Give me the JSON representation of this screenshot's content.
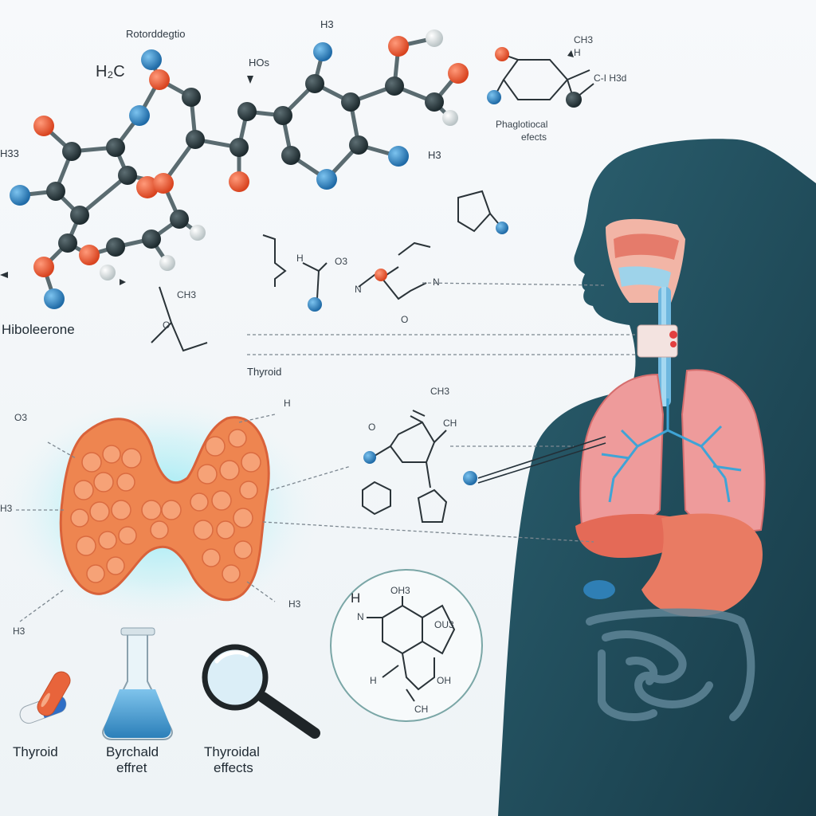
{
  "colors": {
    "background": "#f4f7f9",
    "silhouette": "#1f4a5a",
    "thyroid": "#ee8550",
    "lung": "#e98888",
    "oxygen_atom": "#e45230",
    "nitrogen_atom": "#2f86c4",
    "carbon_atom": "#2c3b40",
    "hydrogen_atom": "#d9dede"
  },
  "top_labels": {
    "title_fragment": "Rotorddegtio",
    "h3c": "H₂C",
    "h3_top": "H3",
    "hos": "HOs",
    "h3_left": "H33",
    "h3_mid": "H3",
    "ch3_right": "CH3",
    "h_right": "H",
    "ch_h3d": "C-I H3d",
    "physiological": "Phaglotiocal",
    "effects": "efects",
    "ch3_small": "CH3",
    "o_small": "O",
    "hiboleerone": "Hiboleerone",
    "h_lowmid": "H",
    "o3": "O3",
    "o_lower": "O",
    "n_mid": "N",
    "n_right": "N",
    "thyroid_mid": "Thyroid"
  },
  "left_labels": {
    "o3_left": "O3",
    "h3_left2": "H3",
    "h_upper": "H",
    "h3_lower": "H3",
    "h3_bottom": "H3"
  },
  "right_chem_labels": {
    "ch3_upper": "CH3",
    "ch_upper": "CH",
    "o_upper": "O",
    "h_circle": "H",
    "n_circle": "N",
    "oh3_circle": "OH3",
    "ou3_circle": "OU3",
    "oh_circle": "OH",
    "ch_circle": "CH",
    "h_circle2": "H"
  },
  "bottom_captions": {
    "pills": "Thyroid",
    "flask_line1": "Byrchald",
    "flask_line2": "effret",
    "magnifier_line1": "Thyroidal",
    "magnifier_line2": "effects"
  },
  "icons": [
    "pill-capsule-icon",
    "erlenmeyer-flask-icon",
    "magnifying-glass-icon"
  ]
}
